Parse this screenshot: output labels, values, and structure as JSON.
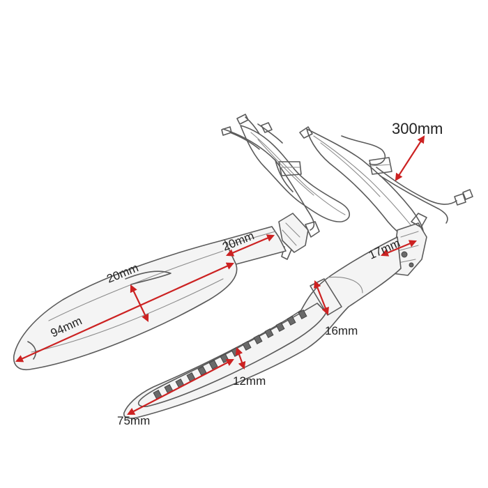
{
  "colors": {
    "dimension": "#cc2222",
    "sketch": "#5a5a5a"
  },
  "labels": {
    "cable_length": "300mm",
    "left_body_length": "94mm",
    "left_width": "20mm",
    "left_stem_length": "20mm",
    "right_connector": "17mm",
    "right_width": "16mm",
    "right_lens_width": "12mm",
    "right_body_length": "75mm"
  }
}
